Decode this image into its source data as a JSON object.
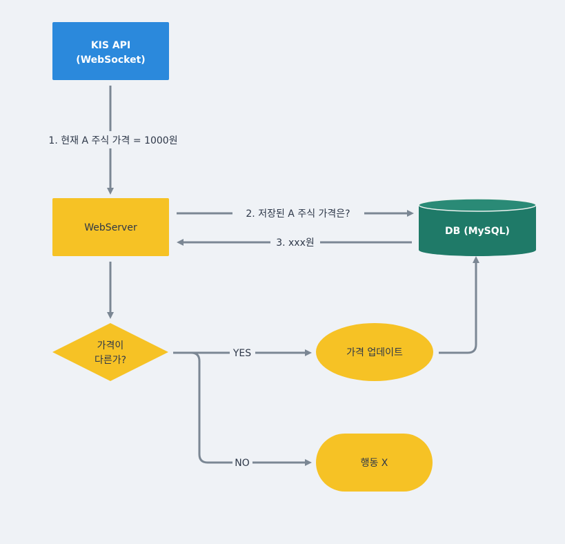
{
  "colors": {
    "background": "#eff2f6",
    "edge": "#7b8794",
    "api_node": "#2b89dc",
    "process_node": "#f6c225",
    "db_node": "#1f7a68",
    "db_top": "#2a8a76",
    "light_text": "#ffffff",
    "dark_text": "#2d3748"
  },
  "nodes": {
    "kis_api": {
      "line1": "KIS API",
      "line2": "(WebSocket)"
    },
    "webserver": {
      "label": "WebServer"
    },
    "db": {
      "label": "DB (MySQL)"
    },
    "decision": {
      "line1": "가격이",
      "line2": "다른가?"
    },
    "update": {
      "label": "가격 업데이트"
    },
    "no_action": {
      "label": "행동 X"
    }
  },
  "edges": {
    "api_to_webserver": "1.  현재 A 주식 가격 = 1000원",
    "webserver_to_db": "2.  저장된 A 주식 가격은?",
    "db_to_webserver": "3.  xxx원",
    "yes": "YES",
    "no": "NO"
  }
}
